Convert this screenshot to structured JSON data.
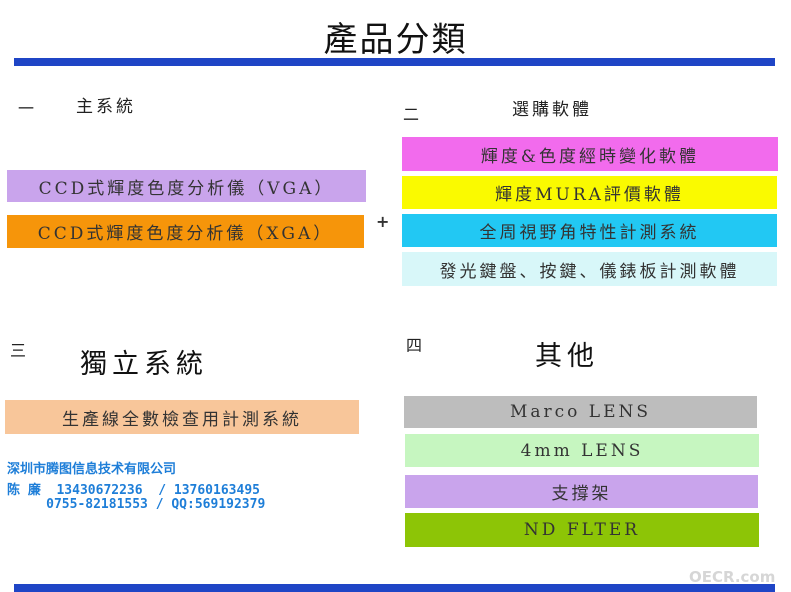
{
  "title": "產品分類",
  "sections": {
    "s1": {
      "num": "一",
      "label": "主系統"
    },
    "s2": {
      "num": "二",
      "label": "選購軟體"
    },
    "s3": {
      "num": "三",
      "label": "獨立系統"
    },
    "s4": {
      "num": "四",
      "label": "其他"
    }
  },
  "plus": "+",
  "main_systems": [
    {
      "label": "CCD式輝度色度分析儀（VGA）",
      "color": "#c9a4ec"
    },
    {
      "label": "CCD式輝度色度分析儀（XGA）",
      "color": "#f6950a"
    }
  ],
  "optional_software": [
    {
      "label": "輝度&色度經時變化軟體",
      "color": "#f26bed"
    },
    {
      "label": "輝度MURA評價軟體",
      "color": "#fafa00"
    },
    {
      "label": "全周視野角特性計測系統",
      "color": "#22c8f3"
    },
    {
      "label": "發光鍵盤、按鍵、儀錶板計測軟體",
      "color": "#d8f7f9"
    }
  ],
  "standalone": [
    {
      "label": "生產線全數檢查用計測系統",
      "color": "#f8c69a"
    }
  ],
  "others": [
    {
      "label": "Marco LENS",
      "color": "#bdbdbd"
    },
    {
      "label": "4mm LENS",
      "color": "#c6f6c0"
    },
    {
      "label": "支撐架",
      "color": "#c9a4ec"
    },
    {
      "label": "ND FLTER",
      "color": "#8dc506"
    }
  ],
  "contact": {
    "company": "深圳市腾图信息技术有限公司",
    "line1": "陈 廉  13430672236  / 13760163495",
    "line2": "     0755-82181553 / QQ:569192379",
    "color": "#1e7ed8"
  },
  "watermark": "OECR.com",
  "accent_color": "#1f45c6"
}
